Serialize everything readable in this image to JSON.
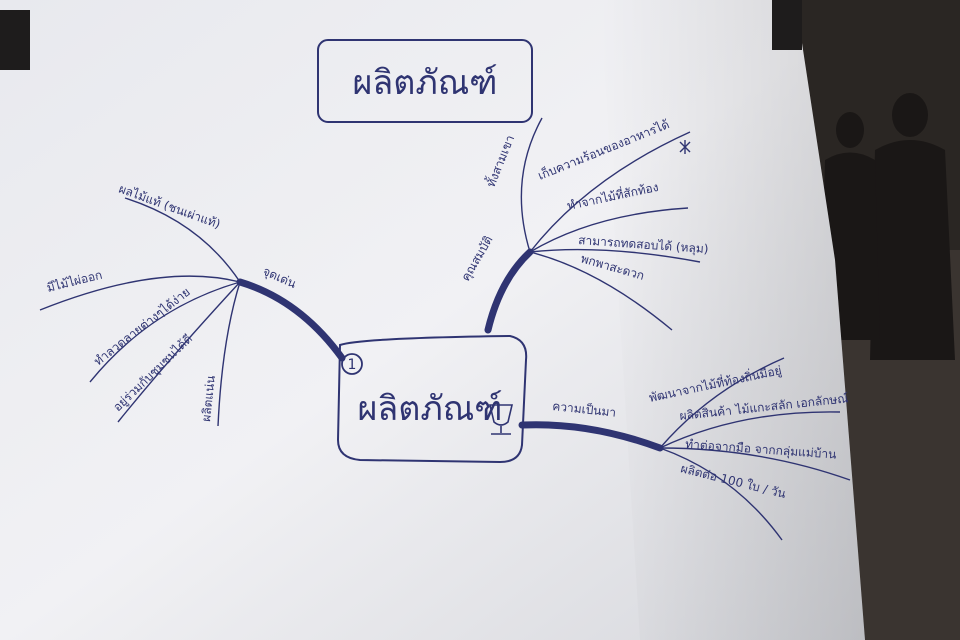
{
  "title": "ผลิตภัณฑ์",
  "center": {
    "label": "ผลิตภัณฑ์",
    "number": "1"
  },
  "branches": {
    "left": {
      "label": "จุดเด่น",
      "children": [
        "ผลไม้แท้ (ชนเผ่าแท้)",
        "มีไม้ไผ่ออก",
        "ทำลวดลายต่างๆได้ง่าย",
        "อยู่ร่วมกับชุมชนได้ดี",
        "ผลิตแน่น"
      ]
    },
    "top_right": {
      "label": "คุณสมบัติ",
      "sub_label": "ทั้งสามเขา",
      "children": [
        "เก็บความร้อนของอาหารได้",
        "ทำจากไม้ที่สักท้อง",
        "สามารถทดสอบได้ (หลุม)",
        "พกพาสะดวก"
      ]
    },
    "bottom_right": {
      "label": "ความเป็นมา",
      "children": [
        "พัฒนาจากไม้ที่ท้องถิ่นมีอยู่",
        "ผลิตสินค้า ไม้แกะสลัก เอกลักษณ์",
        "ทำต่อจากมือ จากกลุ่มแม่บ้าน",
        "ผลิตต่อ 100 ใบ / วัน"
      ]
    }
  },
  "colors": {
    "ink": "#2f3472",
    "paper": "#ecedf0",
    "backdrop": "#2a2623"
  },
  "icons": {
    "center_cup": "cup-icon",
    "star": "star-icon"
  }
}
